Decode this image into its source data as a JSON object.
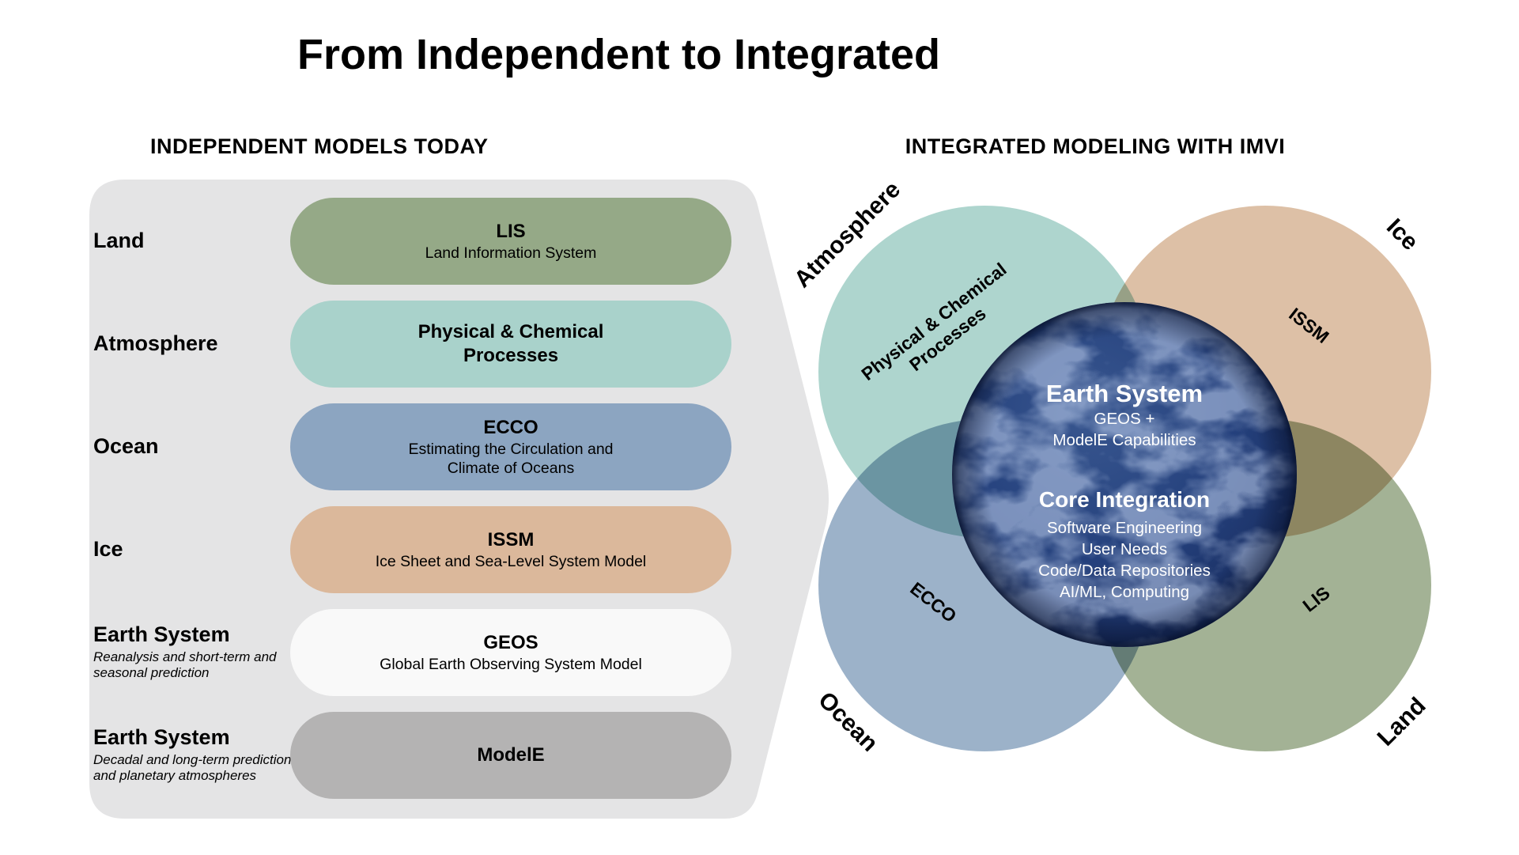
{
  "title": "From Independent to Integrated",
  "left_section": {
    "heading": "INDEPENDENT MODELS TODAY",
    "panel_color": "#e4e4e5",
    "rows": [
      {
        "label": "Land",
        "pill": {
          "title": "LIS",
          "subtitle": "Land Information System",
          "color": "#95a987"
        }
      },
      {
        "label": "Atmosphere",
        "pill": {
          "title": "Physical & Chemical",
          "title_line2": "Processes",
          "color": "#a9d2cb"
        }
      },
      {
        "label": "Ocean",
        "pill": {
          "title": "ECCO",
          "subtitle": "Estimating the Circulation and",
          "subtitle_line2": "Climate of Oceans",
          "color": "#8ca5c1"
        }
      },
      {
        "label": "Ice",
        "pill": {
          "title": "ISSM",
          "subtitle": "Ice Sheet and Sea-Level System Model",
          "color": "#dbb89b"
        }
      },
      {
        "label": "Earth System",
        "note": "Reanalysis and short-term and",
        "note_line2": "seasonal prediction",
        "pill": {
          "title": "GEOS",
          "subtitle": "Global Earth Observing System Model",
          "color": "#f9f9f9"
        }
      },
      {
        "label": "Earth System",
        "note": "Decadal and long-term prediction",
        "note_line2": "and planetary atmospheres",
        "pill": {
          "title": "ModelE",
          "color": "#b4b3b3"
        }
      }
    ]
  },
  "right_section": {
    "heading": "INTEGRATED MODELING WITH IMVI",
    "venn": {
      "circles": [
        {
          "label": "Atmosphere",
          "model": "Physical & Chemical",
          "model_line2": "Processes",
          "color": "#aed5ce"
        },
        {
          "label": "Ice",
          "model": "ISSM",
          "color": "#ddc0a6"
        },
        {
          "label": "Ocean",
          "model": "ECCO",
          "color": "#9cb2c9"
        },
        {
          "label": "Land",
          "model": "LIS",
          "color": "#a3b295"
        }
      ],
      "globe": {
        "color": "#1b2e5f",
        "primary_title": "Earth System",
        "primary_lines": [
          "GEOS +",
          "ModelE Capabilities"
        ],
        "secondary_title": "Core Integration",
        "secondary_lines": [
          "Software Engineering",
          "User Needs",
          "Code/Data Repositories",
          "AI/ML, Computing"
        ]
      }
    }
  }
}
